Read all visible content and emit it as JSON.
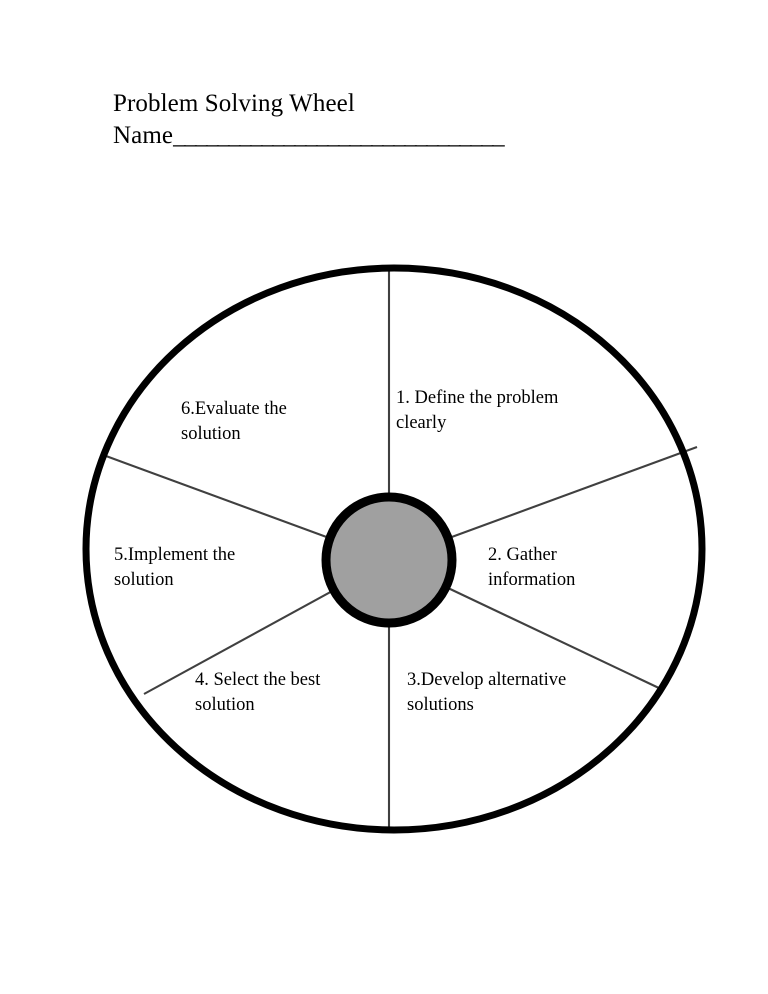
{
  "document": {
    "title": "Problem Solving Wheel",
    "name_label": "Name",
    "name_rule": "______________________________"
  },
  "colors": {
    "ink": "#000000",
    "hub_fill": "#a0a0a0",
    "spoke": "#404040",
    "page_background": "#ffffff"
  },
  "diagram": {
    "name": "problem-solving-wheel",
    "type": "radial-segment-wheel",
    "segment_count": 6,
    "segments": [
      {
        "number": "1",
        "text": "1. Define the problem clearly",
        "position": "top-right"
      },
      {
        "number": "2",
        "text": "2. Gather information",
        "position": "right"
      },
      {
        "number": "3",
        "text": "3.Develop alternative solutions",
        "position": "bottom-right"
      },
      {
        "number": "4",
        "text": "4. Select the best solution",
        "position": "bottom-left"
      },
      {
        "number": "5",
        "text": "5.Implement the solution",
        "position": "left"
      },
      {
        "number": "6",
        "text": "6.Evaluate the solution",
        "position": "top-left"
      }
    ]
  }
}
